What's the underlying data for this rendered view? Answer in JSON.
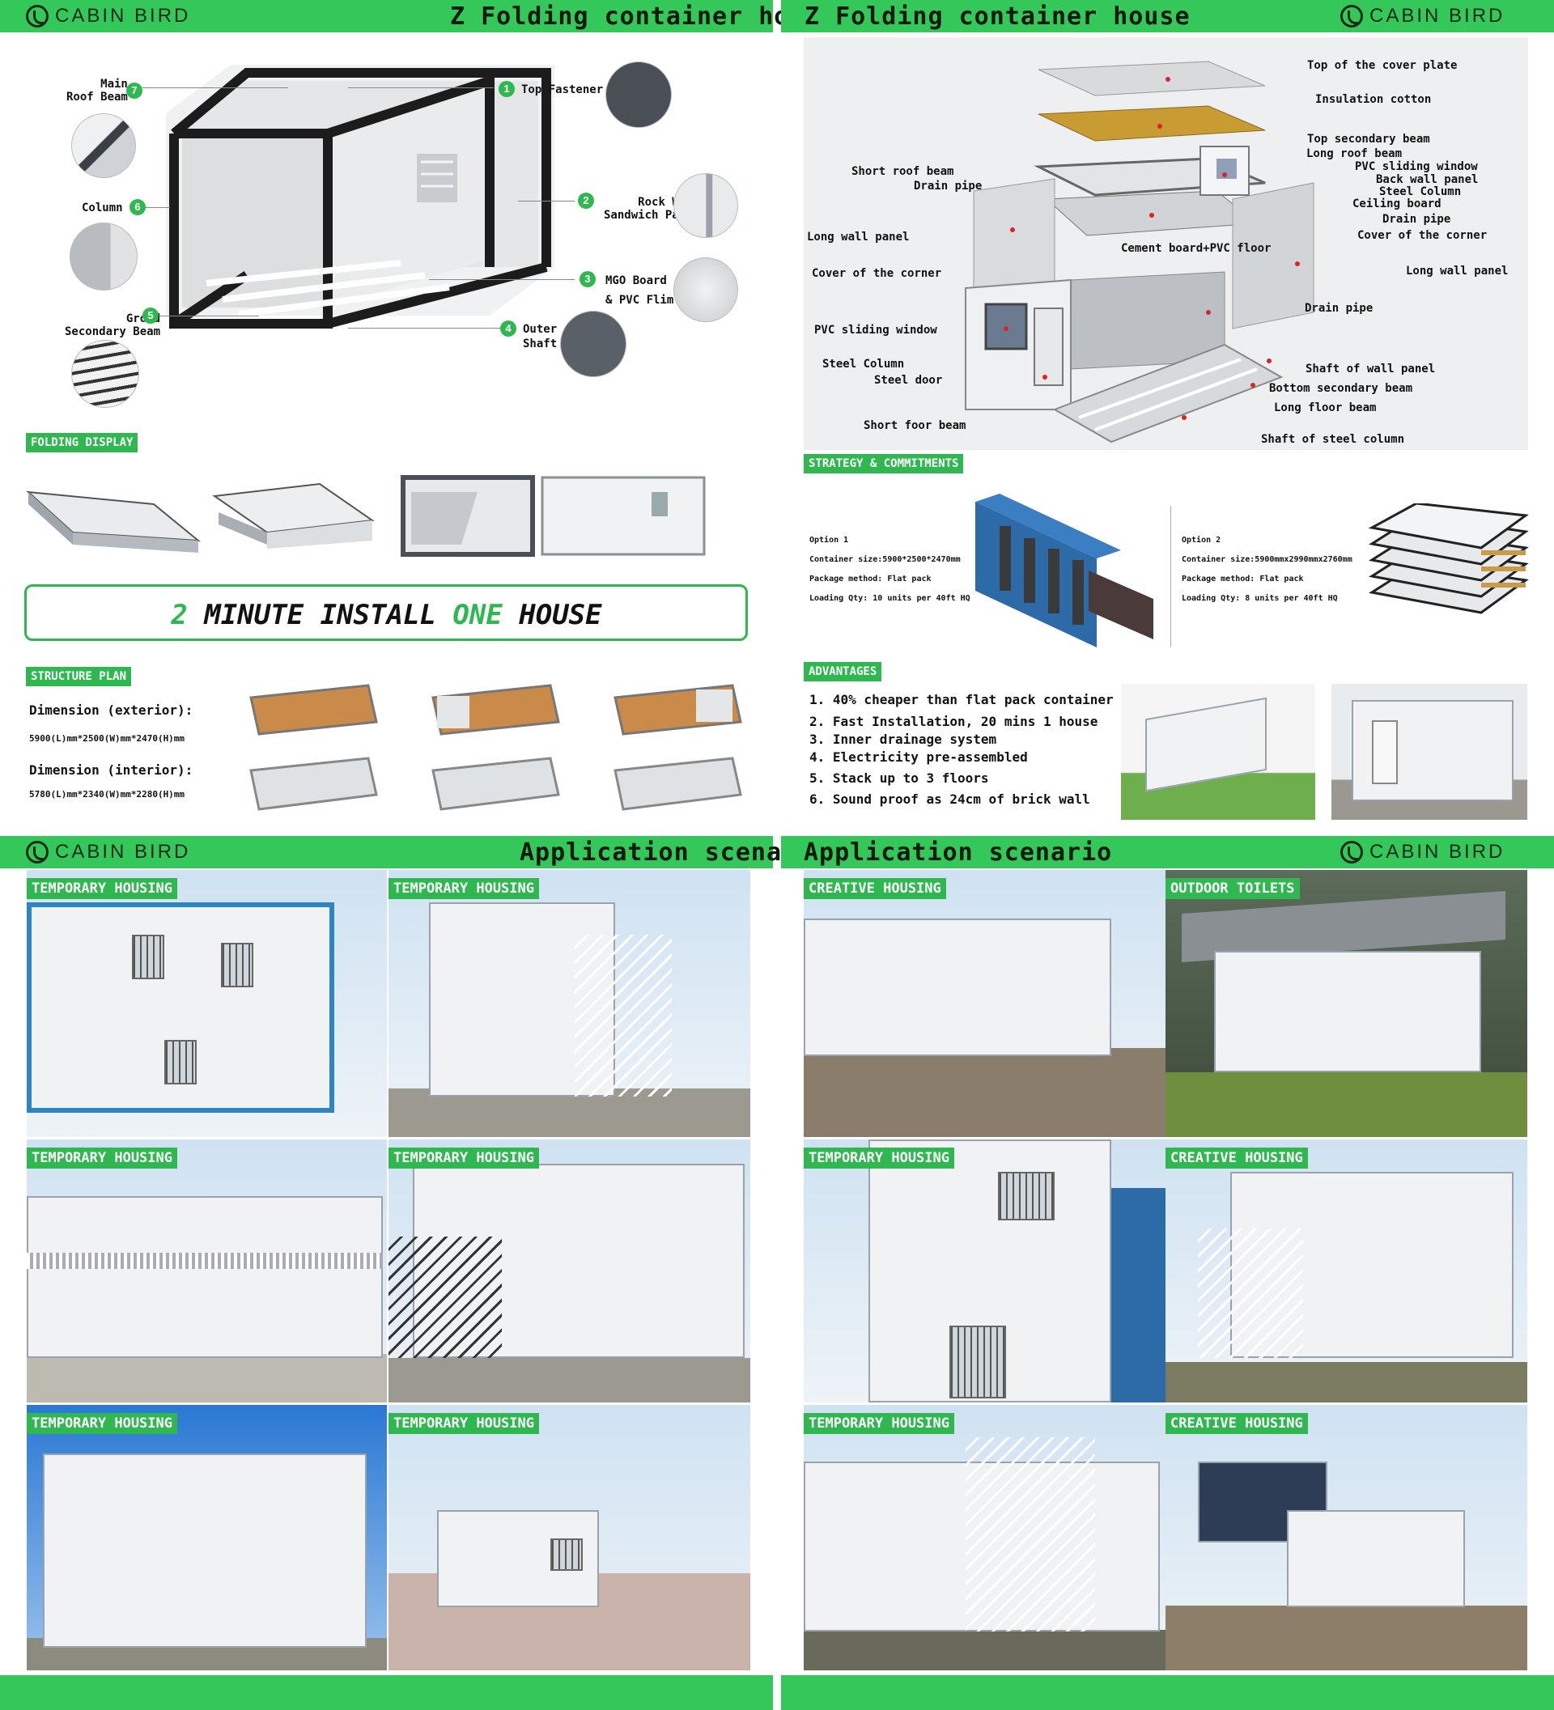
{
  "brand": "CABIN BIRD",
  "colors": {
    "accent": "#34c759",
    "tag": "#2fb84f",
    "highlight": "#2fb84f"
  },
  "top_left": {
    "title": "Z Folding container house",
    "callouts": [
      {
        "n": "7",
        "label": "Main\nRoof Beam"
      },
      {
        "n": "6",
        "label": "Column"
      },
      {
        "n": "5",
        "label": "Groud\nSecondary Beam"
      },
      {
        "n": "1",
        "label": "Top Fastener"
      },
      {
        "n": "2",
        "label": "Rock Wool\nSandwich Panel"
      },
      {
        "n": "3",
        "label": "MGO Board\n& PVC Flim"
      },
      {
        "n": "4",
        "label": "Outer\nShaft"
      }
    ],
    "folding_tag": "FOLDING DISPLAY",
    "install_banner": {
      "pre": "2 ",
      "mid1": "MINUTE INSTALL ",
      "hl": "ONE",
      "post": " HOUSE"
    },
    "structure_tag": "STRUCTURE PLAN",
    "dim_ext_label": "Dimension (exterior):",
    "dim_ext_value": "5900(L)mm*2500(W)mm*2470(H)mm",
    "dim_int_label": "Dimension (interior):",
    "dim_int_value": "5780(L)mm*2340(W)mm*2280(H)mm"
  },
  "top_right": {
    "title": "Z Folding container house",
    "labels_right": [
      "Top of the cover plate",
      "Insulation cotton",
      "Top secondary beam",
      "Long roof beam",
      "PVC sliding window",
      "Back wall panel",
      "Steel Column",
      "Ceiling board",
      "Drain pipe",
      "Cover of the corner",
      "Long wall panel",
      "Drain pipe",
      "Shaft of wall panel",
      "Bottom secondary beam",
      "Long floor beam",
      "Shaft of steel column"
    ],
    "labels_left": [
      "Short roof beam",
      "Drain pipe",
      "Long wall panel",
      "Cement board+PVC floor",
      "Cover of the corner",
      "PVC sliding window",
      "Steel Column",
      "Steel door",
      "Short foor beam"
    ],
    "strategy_tag": "STRATEGY & COMMITMENTS",
    "option1": [
      "Option 1",
      "Container size:5900*2500*2470mm",
      "Package method: Flat pack",
      "Loading Qty: 10 units per 40ft HQ"
    ],
    "option2": [
      "Option 2",
      "Container size:5900mmx2990mmx2760mm",
      "Package method: Flat pack",
      "Loading Qty: 8 units per 40ft HQ"
    ],
    "advantages_tag": "ADVANTAGES",
    "advantages": [
      "1. 40% cheaper than flat pack container",
      "2. Fast Installation, 20 mins 1 house",
      "3. Inner drainage system",
      "4. Electricity pre-assembled",
      "5. Stack up to 3 floors",
      "6. Sound proof as 24cm of brick wall"
    ]
  },
  "bottom_left": {
    "title": "Application scenario",
    "tags": [
      "TEMPORARY HOUSING",
      "TEMPORARY HOUSING",
      "TEMPORARY HOUSING",
      "TEMPORARY HOUSING",
      "TEMPORARY HOUSING",
      "TEMPORARY HOUSING"
    ]
  },
  "bottom_right": {
    "title": "Application scenario",
    "tags": [
      "CREATIVE HOUSING",
      "OUTDOOR TOILETS",
      "TEMPORARY HOUSING",
      "CREATIVE HOUSING",
      "TEMPORARY HOUSING",
      "CREATIVE HOUSING"
    ]
  }
}
